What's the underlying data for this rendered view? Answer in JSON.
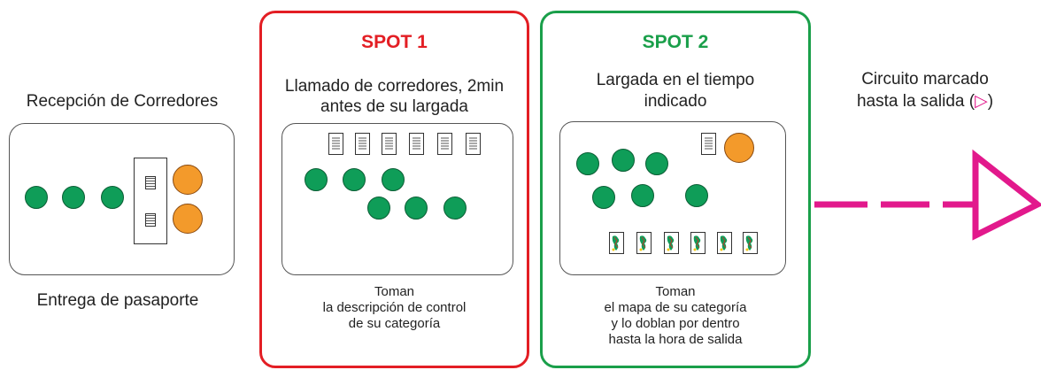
{
  "colors": {
    "green": "#0f9d58",
    "orange": "#f39a2b",
    "spot1": "#e31e24",
    "spot2": "#1a9f4a",
    "arrow": "#e2198c"
  },
  "reception": {
    "title": "Recepción de Corredores",
    "subtitle": "Entrega de pasaporte"
  },
  "spot1": {
    "label": "SPOT 1",
    "heading_line1": "Llamado de corredores, 2min",
    "heading_line2": "antes de su largada",
    "note_line1": "Toman",
    "note_line2": "la descripción de control",
    "note_line3": "de su categoría"
  },
  "spot2": {
    "label": "SPOT 2",
    "heading_line1": "Largada en el tiempo",
    "heading_line2": "indicado",
    "note_line1": "Toman",
    "note_line2": "el mapa de su categoría",
    "note_line3": "y lo doblan por dentro",
    "note_line4": "hasta la hora de salida"
  },
  "exit": {
    "line1": "Circuito marcado",
    "line2": "hasta la salida (",
    "symbol": "▷",
    "line2_end": ")"
  }
}
